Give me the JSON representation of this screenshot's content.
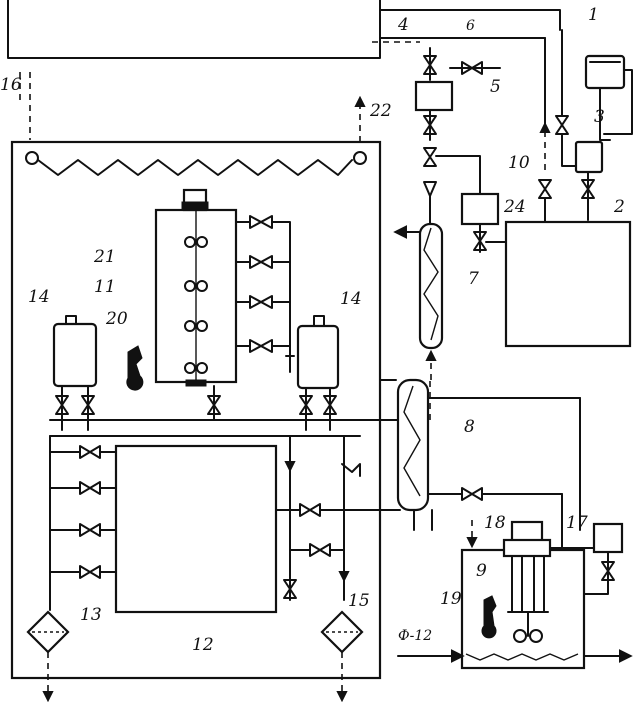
{
  "labels": {
    "l1": "1",
    "l2": "2",
    "l3": "3",
    "l4": "4",
    "l5": "5",
    "l7": "7",
    "l8": "8",
    "l9": "9",
    "l10": "10",
    "l11": "11",
    "l12": "12",
    "l13": "13",
    "l14a": "14",
    "l14b": "14",
    "l15": "15",
    "l16": "16",
    "l17": "17",
    "l18": "18",
    "l19": "19",
    "l20": "20",
    "l21": "21",
    "l22": "22",
    "l24": "24",
    "l6": "6",
    "lphi": "Ф-12"
  }
}
